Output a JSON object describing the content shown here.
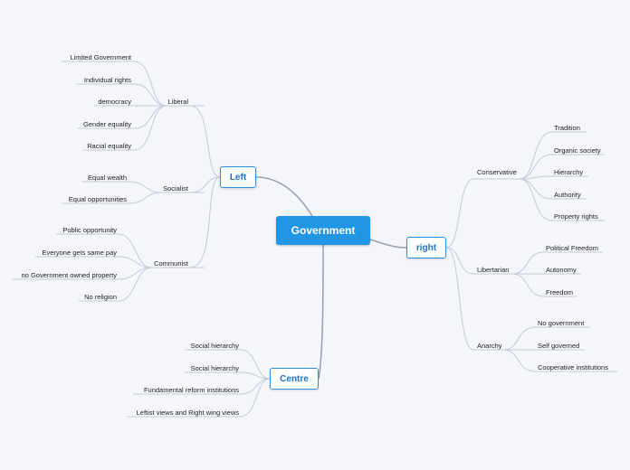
{
  "central": {
    "label": "Government"
  },
  "left": {
    "label": "Left",
    "liberal": {
      "label": "Liberal",
      "items": [
        "Limited Government",
        "Individual rights",
        "democracy",
        "Gender equality",
        "Racial equality"
      ]
    },
    "socialist": {
      "label": "Socialist",
      "items": [
        "Equal wealth",
        "Equal opportunities"
      ]
    },
    "communist": {
      "label": "Communist",
      "items": [
        "Public opportunity",
        "Everyone gets same pay",
        "no Government owned property",
        "No religion"
      ]
    }
  },
  "right": {
    "label": "right",
    "conservative": {
      "label": "Conservative",
      "items": [
        "Tradition",
        "Organic society",
        "Hierarchy",
        "Authority",
        "Property rights"
      ]
    },
    "libertarian": {
      "label": "Libertarian",
      "items": [
        "Political Freedom",
        "Autonomy",
        "Freedom"
      ]
    },
    "anarchy": {
      "label": "Anarchy",
      "items": [
        "No government",
        "Self governed",
        "Cooperative institutions"
      ]
    }
  },
  "centre": {
    "label": "Centre",
    "items": [
      "Social hierarchy",
      "Social hierarchy",
      "Fundamental reform institutions",
      "Leftist views and Right wing views"
    ]
  },
  "colors": {
    "background": "#f4f6fc",
    "central_fill": "#2196e6",
    "main_border": "#2d8fe0",
    "main_text": "#1d6fc2",
    "connector": "#c6cad3"
  }
}
